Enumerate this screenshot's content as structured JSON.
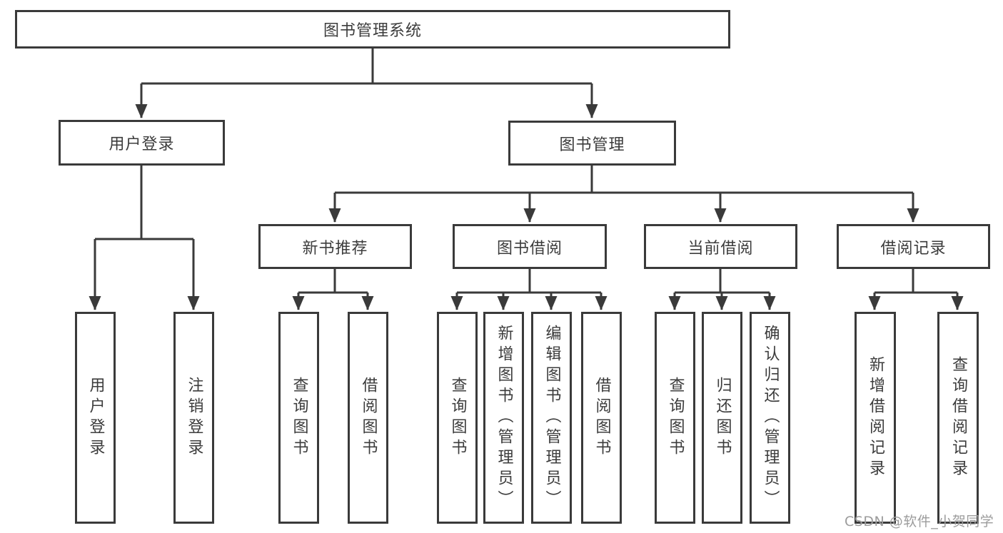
{
  "diagram": {
    "type": "tree",
    "title": "图书管理系统",
    "root": {
      "label": "图书管理系统"
    },
    "level2": {
      "user_login": {
        "label": "用户登录"
      },
      "book_mgmt": {
        "label": "图书管理"
      }
    },
    "level3": {
      "new_book": {
        "label": "新书推荐"
      },
      "book_borrow": {
        "label": "图书借阅"
      },
      "current_borrow": {
        "label": "当前借阅"
      },
      "borrow_records": {
        "label": "借阅记录"
      }
    },
    "leaves": [
      {
        "label": "用户登录",
        "parent": "用户登录"
      },
      {
        "label": "注销登录",
        "parent": "用户登录"
      },
      {
        "label": "查询图书",
        "parent": "新书推荐"
      },
      {
        "label": "借阅图书",
        "parent": "新书推荐"
      },
      {
        "label": "查询图书",
        "parent": "图书借阅"
      },
      {
        "label": "新增图书（管理员）",
        "parent": "图书借阅"
      },
      {
        "label": "编辑图书（管理员）",
        "parent": "图书借阅"
      },
      {
        "label": "借阅图书",
        "parent": "图书借阅"
      },
      {
        "label": "查询图书",
        "parent": "当前借阅"
      },
      {
        "label": "归还图书",
        "parent": "当前借阅"
      },
      {
        "label": "确认归还（管理员）",
        "parent": "当前借阅"
      },
      {
        "label": "新增借阅记录",
        "parent": "借阅记录"
      },
      {
        "label": "查询借阅记录",
        "parent": "借阅记录"
      }
    ],
    "colors": {
      "line": "#3a3a3a",
      "text": "#3c3c3c",
      "box_fill": "#ffffff"
    }
  },
  "watermark": {
    "text": "CSDN @软件_小贺同学",
    "color": "#9c9c9c"
  }
}
